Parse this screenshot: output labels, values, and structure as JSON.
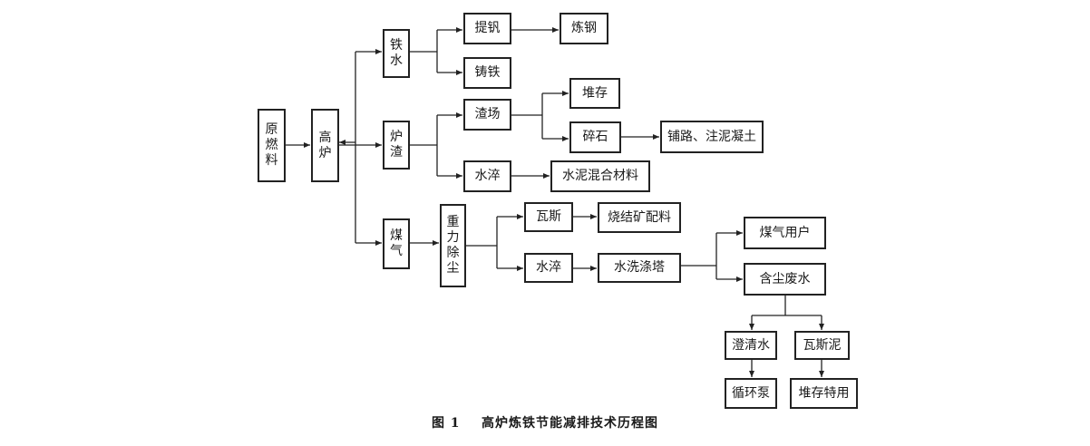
{
  "nodes": {
    "raw_material": "原\n燃\n料",
    "blast_furnace": "高\n炉",
    "hot_metal": "铁\n水",
    "furnace_slag": "炉\n渣",
    "gas": "煤\n气",
    "vanadium_extraction": "提钒",
    "cast_iron": "铸铁",
    "steelmaking": "炼钢",
    "slag_yard": "渣场",
    "stockpile": "堆存",
    "crushed_stone": "碎石",
    "road_concrete": "铺路、注泥凝土",
    "water_quench_slag": "水淬",
    "cement_mix": "水泥混合材料",
    "gravity_dust_removal": "重\n力\n除\n尘",
    "gas_gas": "瓦斯",
    "sinter_ingredient": "烧结矿配料",
    "water_quench_gas": "水淬",
    "scrubber_tower": "水洗涤塔",
    "gas_user": "煤气用户",
    "dusty_wastewater": "含尘废水",
    "clarified_water": "澄清水",
    "gas_sludge": "瓦斯泥",
    "circulation_pump": "循环泵",
    "stockpile_special": "堆存特用"
  },
  "caption": "图 1    高炉炼铁节能减排技术历程图"
}
